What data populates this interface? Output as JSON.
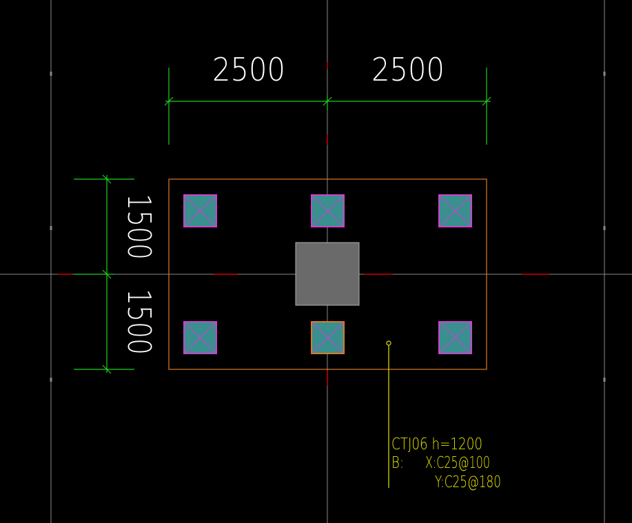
{
  "dimensions": {
    "top_left": "2500",
    "top_right": "2500",
    "left_upper": "1500",
    "left_lower": "1500"
  },
  "annotation": {
    "line1": "CTJ06 h=1200",
    "line2_prefix": "B:",
    "line2_value": "X:C25@100",
    "line3": "Y:C25@180"
  },
  "colors": {
    "background": "#000000",
    "dimension": "#1fd11f",
    "grid": "#8a8a8a",
    "axis_mark": "#d40000",
    "cap_outline": "#e07a20",
    "pile_fill": "#3a8f8f",
    "pile_edge": "#cc44cc",
    "column_fill": "#6a6a6a",
    "text": "#ffffff",
    "annotation": "#e6e600"
  }
}
